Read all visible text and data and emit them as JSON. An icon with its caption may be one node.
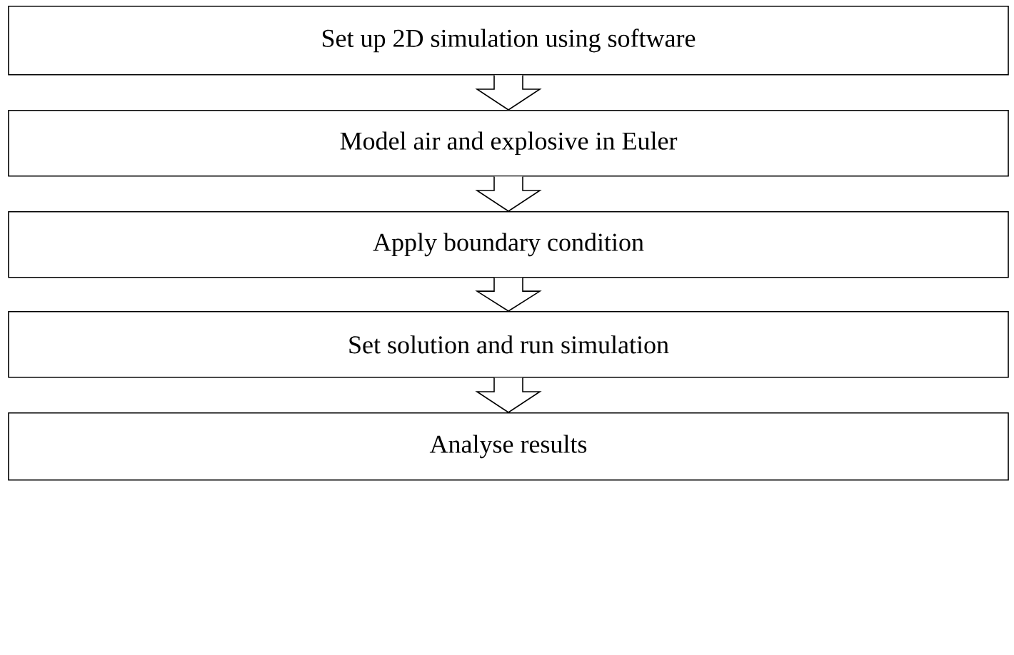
{
  "diagram": {
    "nodes": [
      {
        "text": [
          "Set up 2D simulation using software"
        ]
      },
      {
        "text": [
          "Model air and explosive in Euler"
        ]
      },
      {
        "text": [
          "Apply boundary condition"
        ]
      },
      {
        "text": [
          "Set solution and run simulation"
        ]
      },
      {
        "text": [
          "Analyse results"
        ]
      }
    ],
    "edges": [
      {
        "from": 0,
        "to": 1,
        "arrow": "to"
      },
      {
        "from": 1,
        "to": 2,
        "arrow": "to"
      },
      {
        "from": 2,
        "to": 3,
        "arrow": "to"
      },
      {
        "from": 3,
        "to": 4,
        "arrow": "to"
      }
    ]
  }
}
